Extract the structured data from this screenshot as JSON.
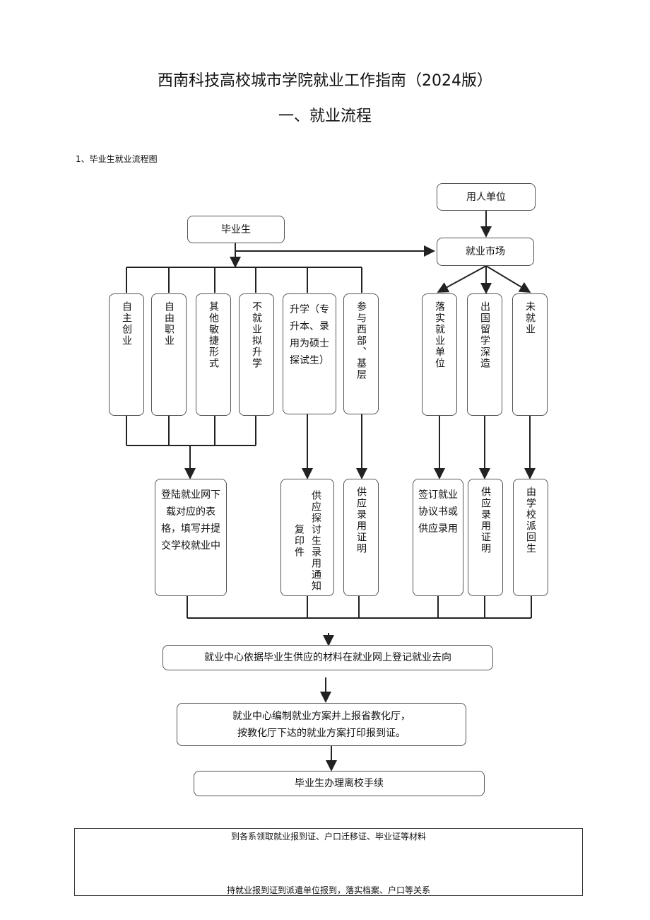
{
  "doc": {
    "title": "西南科技高校城市学院就业工作指南（2024版）",
    "section_title": "一、就业流程",
    "subsection": "1、毕业生就业流程图"
  },
  "flow": {
    "employer": "用人单位",
    "graduate": "毕业生",
    "market": "就业市场",
    "left_options": [
      "自主创业",
      "自由职业",
      "其他敏捷形式",
      "不就业拟升学",
      "升学（专升本、录用为硕士探试生）",
      "参与西部、基层"
    ],
    "right_options": [
      "落实就业单位",
      "出国留学深造",
      "未就业"
    ],
    "left_result_1": "登陆就业网下载对应的表格，填写并提交学校就业中",
    "left_result_2": "供应探讨生录用通知复印件",
    "left_result_3": "供应录用证明",
    "right_result_1": "签订就业协议书或供应录用",
    "right_result_2": "供应录用证明",
    "right_result_3": "由学校派回生",
    "center_1": "就业中心依据毕业生供应的材料在就业网上登记就业去向",
    "center_2_line1": "就业中心编制就业方案并上报省教化厅，",
    "center_2_line2": "按教化厅下达的就业方案打印报到证。",
    "center_3": "毕业生办理离校手续"
  },
  "note": {
    "line1": "到各系领取就业报到证、户口迁移证、毕业证等材料",
    "line2": "持就业报到证到派遣单位报到，落实档案、户口等关系"
  }
}
